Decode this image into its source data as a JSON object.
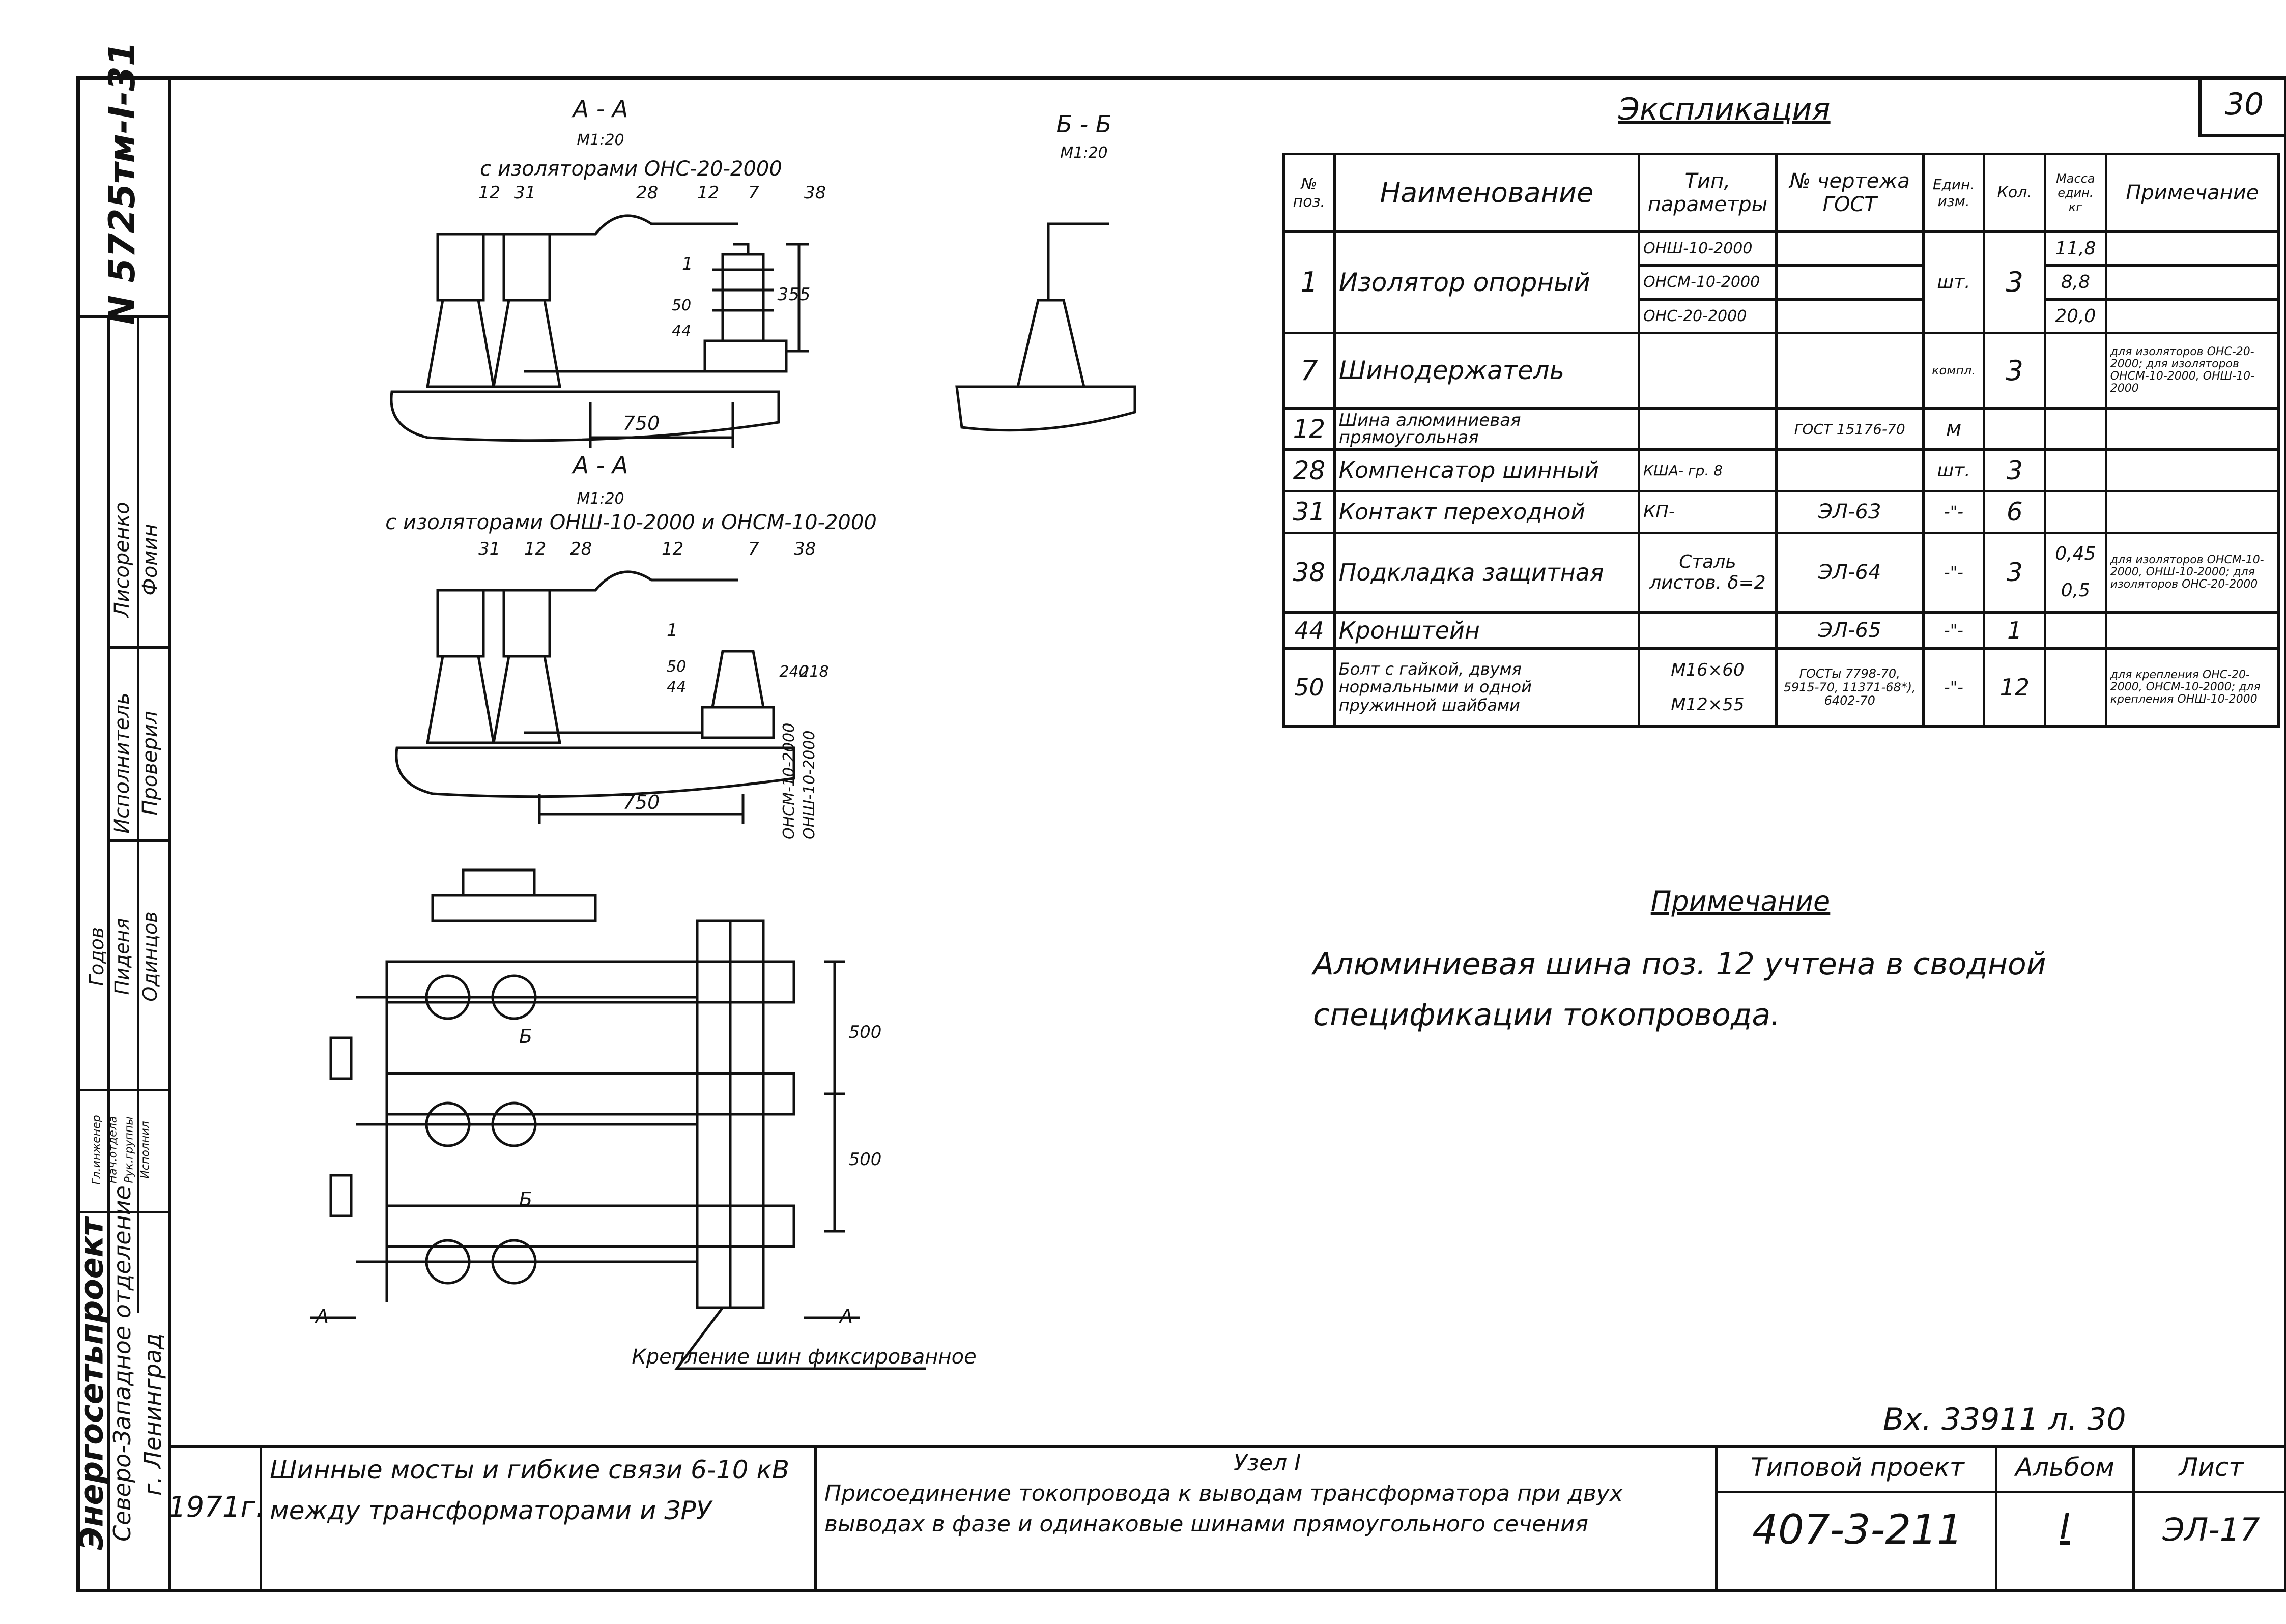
{
  "sheet_number_corner": "30",
  "stamp_vertical": "N 5725тм-I-31",
  "left_strip": {
    "org": "Энергосетьпроект",
    "branch": "Северо-Западное отделение",
    "city": "г. Ленинград",
    "roles": [
      "Исполнитель",
      "Проверил"
    ],
    "names": [
      "Лисоренко",
      "Фомин",
      "Годов",
      "Пиденя",
      "Одинцов"
    ],
    "small_roles": [
      "Гл.инженер",
      "Нач.отдела",
      "Рук.группы",
      "Исполнил"
    ]
  },
  "explication": {
    "title": "Экспликация",
    "headers": [
      "№ поз.",
      "Наименование",
      "Тип, параметры",
      "№ чертежа ГОСТ",
      "Един. изм.",
      "Кол.",
      "Масса един. кг",
      "Примечание"
    ],
    "rows": [
      {
        "pos": "1",
        "name": "Изолятор опорный",
        "types": [
          "ОНШ-10-2000",
          "ОНСМ-10-2000",
          "ОНС-20-2000"
        ],
        "drawing": "",
        "unit": "шт.",
        "qty": "3",
        "mass": [
          "11,8",
          "8,8",
          "20,0"
        ],
        "note": ""
      },
      {
        "pos": "7",
        "name": "Шинодержатель",
        "types": [
          ""
        ],
        "drawing": "",
        "unit": "компл.",
        "qty": "3",
        "mass": [
          ""
        ],
        "note": "для изоляторов ОНС-20-2000; для изоляторов ОНСМ-10-2000, ОНШ-10-2000"
      },
      {
        "pos": "12",
        "name": "Шина алюминиевая прямоугольная",
        "types": [
          ""
        ],
        "drawing": "ГОСТ 15176-70",
        "unit": "м",
        "qty": "",
        "mass": [
          ""
        ],
        "note": ""
      },
      {
        "pos": "28",
        "name": "Компенсатор шинный",
        "types": [
          "КША- гр. 8"
        ],
        "drawing": "",
        "unit": "шт.",
        "qty": "3",
        "mass": [
          ""
        ],
        "note": ""
      },
      {
        "pos": "31",
        "name": "Контакт переходной",
        "types": [
          "КП-"
        ],
        "drawing": "ЭЛ-63",
        "unit": "-\"-",
        "qty": "6",
        "mass": [
          ""
        ],
        "note": ""
      },
      {
        "pos": "38",
        "name": "Подкладка защитная",
        "types": [
          "Сталь листов. δ=2"
        ],
        "drawing": "ЭЛ-64",
        "unit": "-\"-",
        "qty": "3",
        "mass": [
          "0,45",
          "0,5"
        ],
        "note": "для изоляторов ОНСМ-10-2000, ОНШ-10-2000; для изоляторов ОНС-20-2000"
      },
      {
        "pos": "44",
        "name": "Кронштейн",
        "types": [
          ""
        ],
        "drawing": "ЭЛ-65",
        "unit": "-\"-",
        "qty": "1",
        "mass": [
          ""
        ],
        "note": ""
      },
      {
        "pos": "50",
        "name": "Болт с гайкой, двумя нормальными и одной пружинной шайбами",
        "types": [
          "М16×60",
          "М12×55"
        ],
        "drawing": "ГОСТы 7798-70, 5915-70, 11371-68*), 6402-70",
        "unit": "-\"-",
        "qty": "12",
        "mass": [
          ""
        ],
        "note": "для крепления ОНС-20-2000, ОНСМ-10-2000; для крепления ОНШ-10-2000"
      }
    ]
  },
  "note": {
    "title": "Примечание",
    "text_line1": "Алюминиевая шина поз. 12 учтена в сводной",
    "text_line2": "спецификации токопровода."
  },
  "drawing_labels": {
    "section_aa": "А - А",
    "scale": "М1:20",
    "with_insulators_1": "с изоляторами ОНС-20-2000",
    "with_insulators_2": "с изоляторами ОНШ-10-2000 и ОНСМ-10-2000",
    "section_bb": "Б - Б",
    "dim_750": "750",
    "dim_355": "355",
    "dim_240": "240",
    "dim_218": "218",
    "dim_500": "500",
    "callouts_top": [
      "12",
      "31",
      "28",
      "12",
      "7",
      "38"
    ],
    "callouts_mid": [
      "31",
      "12",
      "28",
      "12",
      "7",
      "38"
    ],
    "callouts_side": [
      "1",
      "50",
      "44"
    ],
    "vert_label_1": "ОНСМ-10-2000",
    "vert_label_2": "ОНШ-10-2000",
    "label_b": "Б",
    "label_a": "А",
    "fixing": "Крепление шин фиксированное"
  },
  "inventory": "Вх. 33911 л. 30",
  "title_block": {
    "year": "1971г.",
    "subject_line1": "Шинные мосты и гибкие связи 6-10 кВ",
    "subject_line2": "между трансформаторами и ЗРУ",
    "node": "Узел I",
    "desc_line1": "Присоединение токопровода к выводам трансформатора при двух",
    "desc_line2": "выводах в фазе и одинаковые шинами прямоугольного сечения",
    "project_label": "Типовой проект",
    "project_number": "407-3-211",
    "album_label": "Альбом",
    "album_number": "I",
    "sheet_label": "Лист",
    "sheet_number": "ЭЛ-17"
  }
}
